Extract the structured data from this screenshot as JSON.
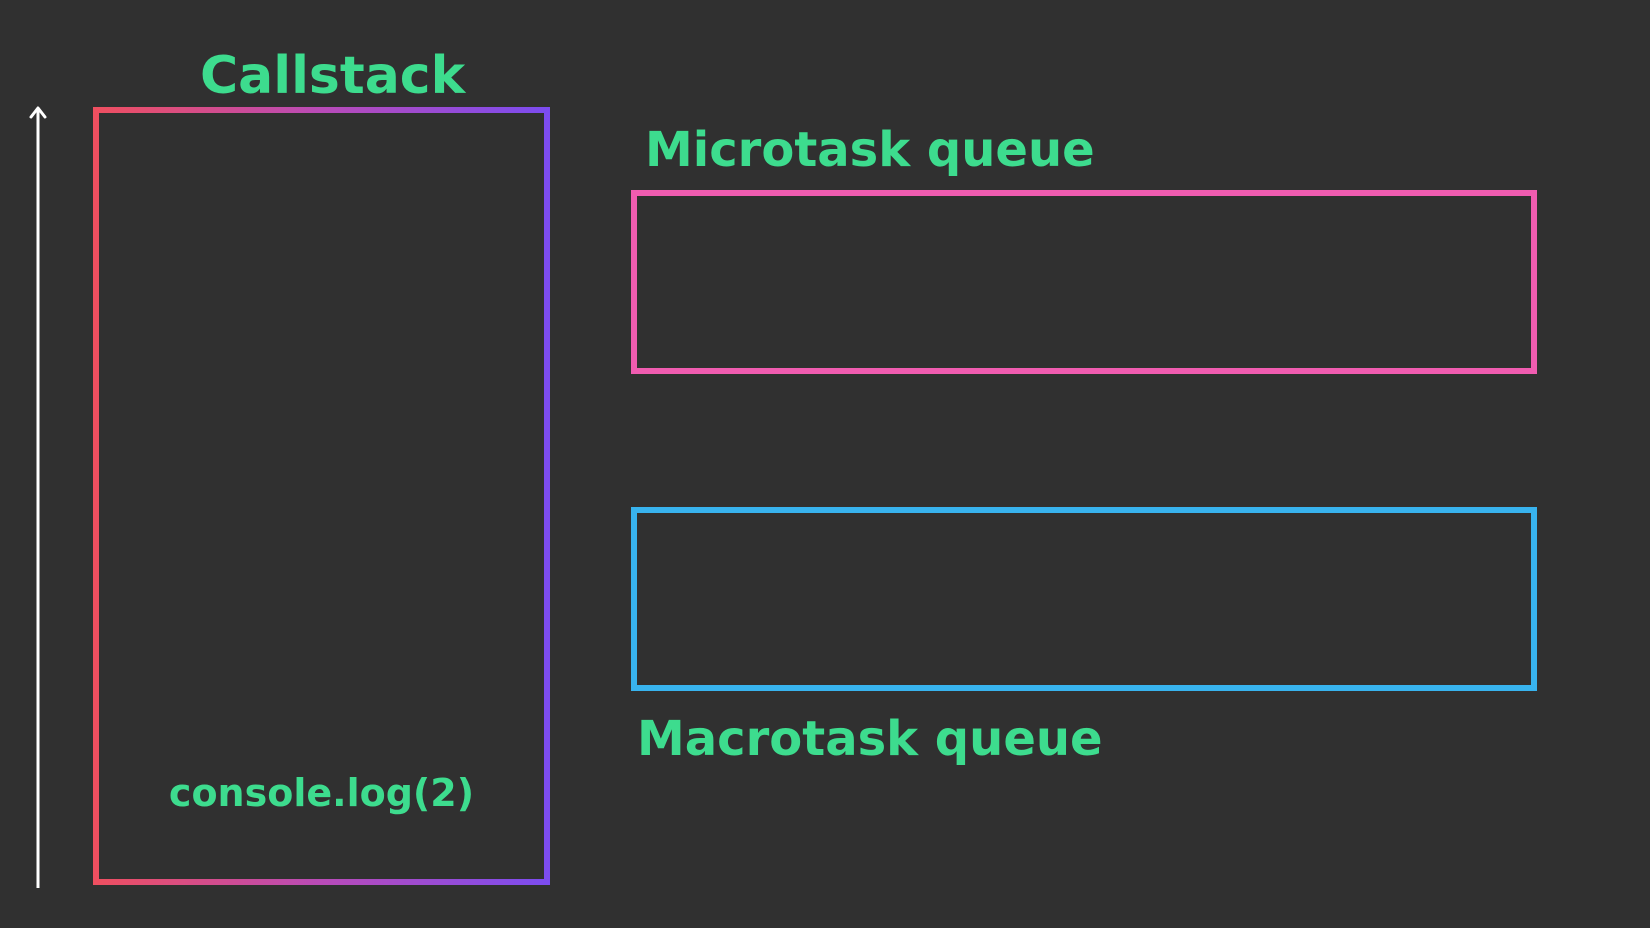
{
  "callstack": {
    "title": "Callstack",
    "items": [
      "console.log(2)"
    ]
  },
  "microtask_queue": {
    "title": "Microtask queue",
    "items": []
  },
  "macrotask_queue": {
    "title": "Macrotask queue",
    "items": []
  },
  "colors": {
    "background": "#303030",
    "label": "#3ddc8e",
    "callstack_border_start": "#ef4f5f",
    "callstack_border_end": "#7b4cf0",
    "microtask_border": "#f05cb0",
    "macrotask_border": "#38b3ee",
    "arrow": "#ffffff"
  },
  "icons": {
    "stack_direction": "arrow-up-icon"
  }
}
